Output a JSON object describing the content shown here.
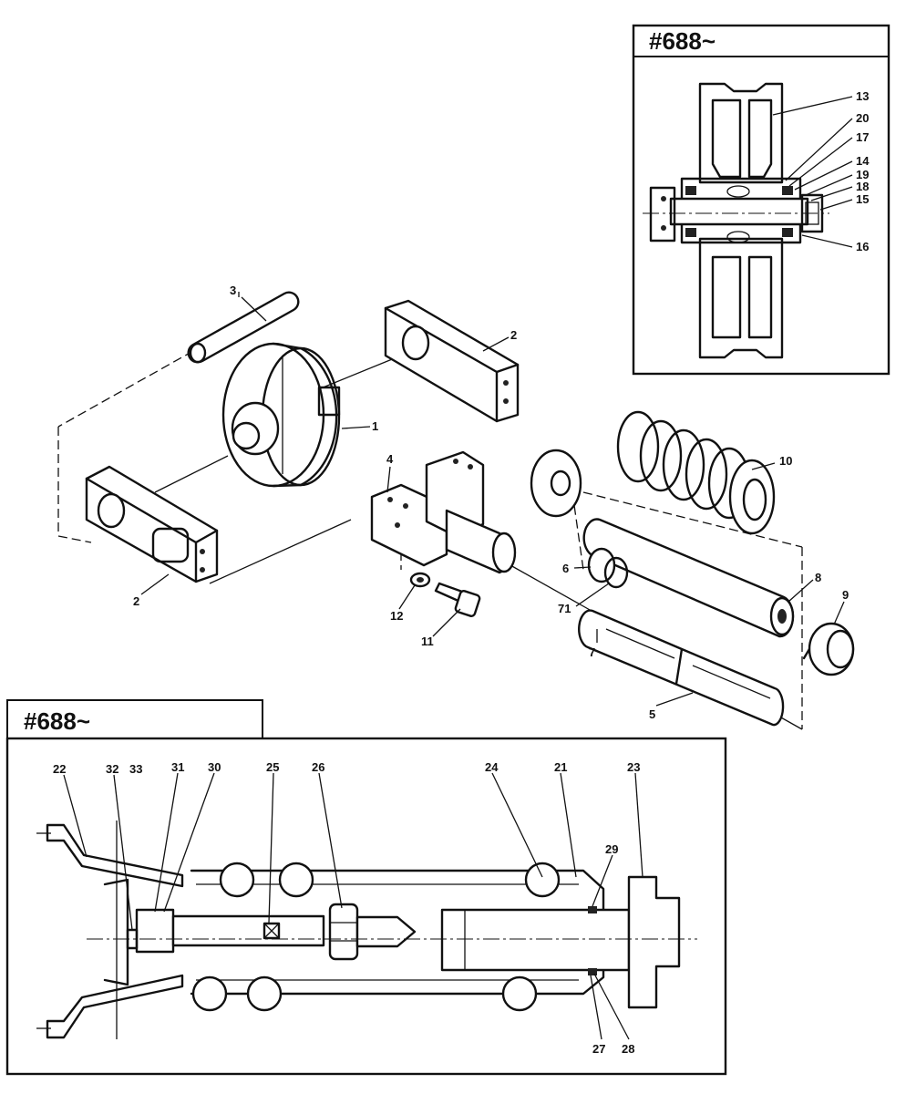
{
  "titles": {
    "inset_top": "#688~",
    "inset_bottom": "#688~"
  },
  "labels": {
    "p1": "1",
    "p2a": "2",
    "p2b": "2",
    "p3": "3",
    "p4": "4",
    "p5": "5",
    "p6": "6",
    "p7": "7",
    "p71": "71",
    "p8": "8",
    "p9": "9",
    "p10": "10",
    "p11": "11",
    "p12": "12",
    "p13": "13",
    "p14": "14",
    "p15": "15",
    "p16": "16",
    "p17": "17",
    "p18": "18",
    "p19": "19",
    "p20": "20",
    "p21": "21",
    "p22": "22",
    "p23": "23",
    "p24": "24",
    "p25": "25",
    "p26": "26",
    "p27": "27",
    "p28": "28",
    "p29": "29",
    "p30": "30",
    "p31": "31",
    "p32": "32",
    "p33": "33"
  },
  "colors": {
    "ink": "#111111",
    "paper": "#ffffff"
  }
}
